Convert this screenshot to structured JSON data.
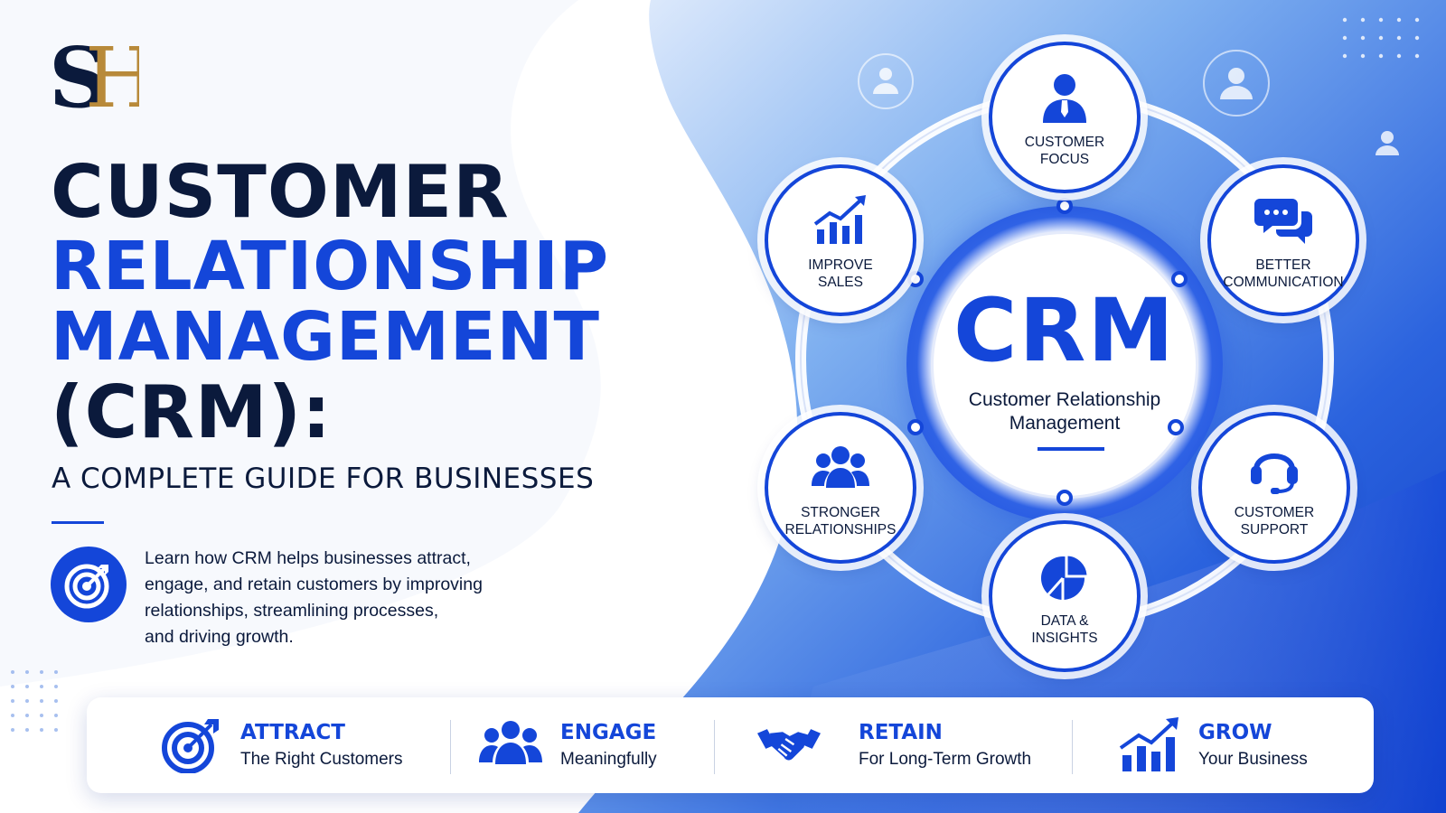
{
  "brand": {
    "logo_text": "SH",
    "logo_colors": {
      "s": "#0b1a3c",
      "h": "#b88a3a"
    }
  },
  "headline": {
    "line1": "CUSTOMER",
    "line2": "RELATIONSHIP",
    "line3": "MANAGEMENT",
    "line4": "(CRM):"
  },
  "subtitle": "A COMPLETE GUIDE FOR BUSINESSES",
  "description": {
    "icon": "target-icon",
    "lines": [
      "Learn how CRM helps businesses attract,",
      "engage, and retain customers by improving",
      "relationships, streamlining processes,",
      "and driving growth."
    ]
  },
  "diagram": {
    "center_title": "CRM",
    "center_subtitle_lines": [
      "Customer Relationship",
      "Management"
    ],
    "nodes": [
      {
        "label_lines": [
          "CUSTOMER",
          "FOCUS"
        ],
        "icon": "user-tie-icon"
      },
      {
        "label_lines": [
          "BETTER",
          "COMMUNICATION"
        ],
        "icon": "chat-bubbles-icon"
      },
      {
        "label_lines": [
          "CUSTOMER",
          "SUPPORT"
        ],
        "icon": "headset-icon"
      },
      {
        "label_lines": [
          "DATA &",
          "INSIGHTS"
        ],
        "icon": "pie-chart-icon"
      },
      {
        "label_lines": [
          "STRONGER",
          "RELATIONSHIPS"
        ],
        "icon": "team-icon"
      },
      {
        "label_lines": [
          "IMPROVE",
          "SALES"
        ],
        "icon": "growth-chart-icon"
      }
    ]
  },
  "pillars": [
    {
      "title": "ATTRACT",
      "subtitle": "The Right Customers",
      "icon": "target-icon"
    },
    {
      "title": "ENGAGE",
      "subtitle": "Meaningfully",
      "icon": "team-icon"
    },
    {
      "title": "RETAIN",
      "subtitle": "For Long-Term Growth",
      "icon": "handshake-icon"
    },
    {
      "title": "GROW",
      "subtitle": "Your Business",
      "icon": "growth-chart-icon"
    }
  ],
  "colors": {
    "accent": "#1446d9",
    "dark": "#0b1a3c",
    "background": "#ffffff"
  }
}
